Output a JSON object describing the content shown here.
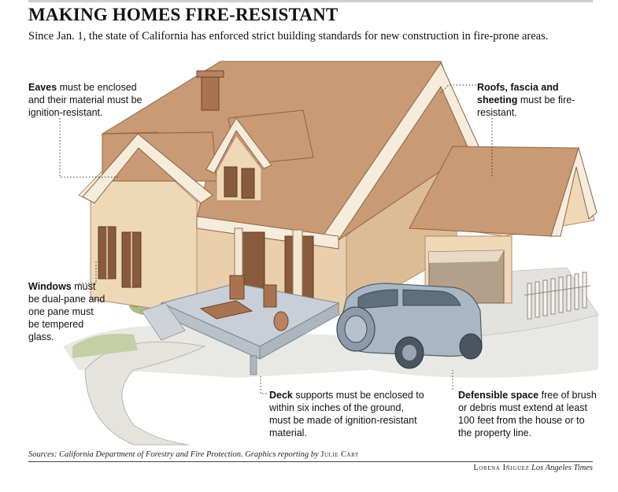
{
  "title": "MAKING HOMES FIRE-RESISTANT",
  "subtitle": "Since Jan. 1, the state of California has enforced strict building standards for new construction in fire-prone areas.",
  "callouts": {
    "eaves": {
      "bold": "Eaves",
      "text": " must be enclosed and their material must be ignition-resistant."
    },
    "roofs": {
      "bold": "Roofs, fascia and sheeting",
      "text": " must be fire-resistant."
    },
    "windows": {
      "bold": "Windows",
      "text": " must be dual-pane and one pane must be tempered glass."
    },
    "deck": {
      "bold": "Deck",
      "text": " supports must be enclosed to within six inches of the ground, must be made of ignition-resistant material."
    },
    "defensible": {
      "bold": "Defensible space",
      "text": " free of brush or debris must extend at least 100 feet from the house or to the property line."
    }
  },
  "sources": {
    "text": "Sources: California Department of Forestry and Fire Protection. Graphics reporting by ",
    "name": "Julie Cart"
  },
  "credit": {
    "artist": "Lorena Iñiguez",
    "outlet": "Los Angeles Times"
  },
  "colors": {
    "roof": "#c99a74",
    "roof_dark": "#a8734e",
    "wall": "#efd8b8",
    "wall_shade": "#dcbc95",
    "trim": "#f6ecdc",
    "window": "#8a5a3c",
    "car": "#a9b6c4",
    "car_dark": "#6f7f90",
    "ground": "#e6e6e2",
    "grass": "#b8c79a",
    "deck": "#c9cfd6"
  }
}
